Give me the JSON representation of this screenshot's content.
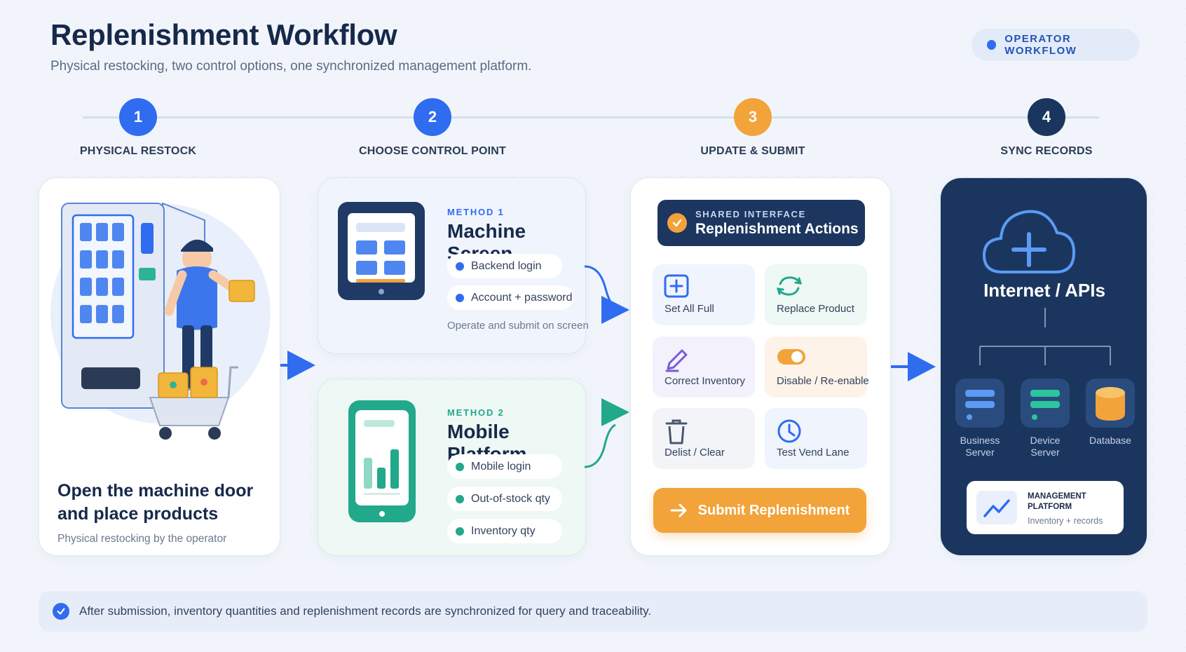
{
  "header": {
    "title": "Replenishment Workflow",
    "subtitle": "Physical restocking, two control options, one synchronized management platform.",
    "badge": "OPERATOR WORKFLOW"
  },
  "steps": [
    {
      "number": "1",
      "label": "PHYSICAL RESTOCK",
      "color": "#2f6cf0"
    },
    {
      "number": "2",
      "label": "CHOOSE CONTROL POINT",
      "color": "#2f6cf0"
    },
    {
      "number": "3",
      "label": "UPDATE & SUBMIT",
      "color": "#f2a33a"
    },
    {
      "number": "4",
      "label": "SYNC RECORDS",
      "color": "#1b365e"
    }
  ],
  "restock": {
    "heading": "Open the machine door and place products",
    "sub": "Physical restocking by the operator"
  },
  "method1": {
    "tag": "METHOD 1",
    "title": "Machine Screen",
    "items": [
      "Backend login",
      "Account + password"
    ],
    "note": "Operate and submit on screen",
    "color": "#2f6cf0"
  },
  "method2": {
    "tag": "METHOD 2",
    "title": "Mobile Platform",
    "items": [
      "Mobile login",
      "Out-of-stock qty",
      "Inventory qty"
    ],
    "color": "#22a88a"
  },
  "shared": {
    "tag": "SHARED INTERFACE",
    "title": "Replenishment Actions",
    "actions": [
      {
        "label": "Set All Full",
        "icon": "plus-square-icon"
      },
      {
        "label": "Replace Product",
        "icon": "swap-icon"
      },
      {
        "label": "Correct Inventory",
        "icon": "pencil-icon"
      },
      {
        "label": "Disable / Re-enable",
        "icon": "toggle-icon"
      },
      {
        "label": "Delist / Clear",
        "icon": "trash-icon"
      },
      {
        "label": "Test Vend Lane",
        "icon": "clock-icon"
      }
    ],
    "submit": "Submit Replenishment"
  },
  "sync": {
    "title": "Internet / APIs",
    "servers": [
      {
        "label": "Business Server"
      },
      {
        "label": "Device Server"
      },
      {
        "label": "Database"
      }
    ],
    "platform_title": "MANAGEMENT PLATFORM",
    "platform_sub": "Inventory + records"
  },
  "footer": {
    "text": "After submission, inventory quantities and replenishment records are synchronized for query and traceability."
  }
}
